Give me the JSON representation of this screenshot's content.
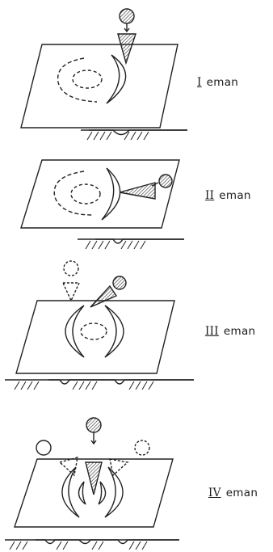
{
  "stages": [
    {
      "numeral": "I",
      "word": "eman"
    },
    {
      "numeral": "II",
      "word": "eman"
    },
    {
      "numeral": "III",
      "word": "eman"
    },
    {
      "numeral": "IV",
      "word": "eman"
    }
  ],
  "colors": {
    "ink": "#222222",
    "hatch": "#444444",
    "background": "#ffffff"
  }
}
